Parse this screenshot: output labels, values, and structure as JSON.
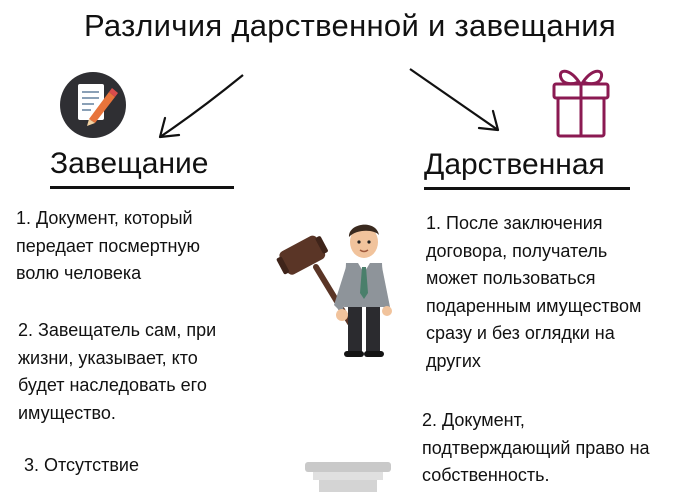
{
  "title": "Различия дарственной и завещания",
  "left": {
    "heading": "Завещание",
    "icon": "document-pen-icon",
    "items": [
      "1. Документ, который\nпередает посмертную\nволю человека",
      "2. Завещатель сам, при\nжизни, указывает, кто\nбудет наследовать его\nимущество.",
      "3. Отсутствие"
    ]
  },
  "right": {
    "heading": "Дарственная",
    "icon": "gift-box-icon",
    "items": [
      "1. После заключения\nдоговора, получатель\nможет пользоваться\nподаренным имуществом\nсразу и без оглядки на\nдругих",
      "2. Документ,\nподтверждающий право на\nсобственность."
    ]
  },
  "illustrations": [
    "man-with-gavel-illustration",
    "column-illustration"
  ],
  "colors": {
    "text": "#111111",
    "icon_circle": "#2f2f33",
    "gift": "#8b1a52",
    "gavel": "#5a3526",
    "suit": "#8e949a",
    "tie": "#4a7f6b"
  }
}
